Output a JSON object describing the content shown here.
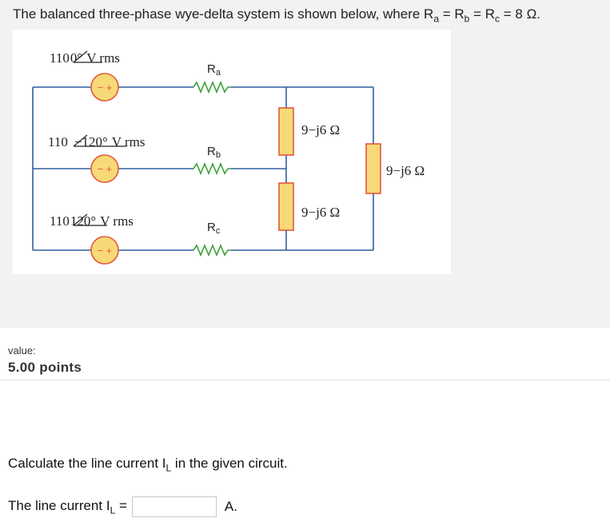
{
  "question": {
    "intro": "The balanced three-phase wye-delta system is shown below, where R",
    "sub_a": "a",
    "eq1": " = R",
    "sub_b": "b",
    "eq2": " =  R",
    "sub_c": "c",
    "tail": " = 8 Ω."
  },
  "circuit": {
    "sources": [
      {
        "label_mag": "110",
        "label_angle": "0°",
        "label_unit": "V rms"
      },
      {
        "label_mag": "110",
        "label_angle": "−120°",
        "label_unit": "V rms"
      },
      {
        "label_mag": "110",
        "label_angle": "120°",
        "label_unit": "V rms"
      }
    ],
    "source_polarity": "−  +",
    "line_resistors": [
      {
        "main": "R",
        "sub": "a"
      },
      {
        "main": "R",
        "sub": "b"
      },
      {
        "main": "R",
        "sub": "c"
      }
    ],
    "load_impedances": [
      "9−j6 Ω",
      "9−j6 Ω",
      "9−j6 Ω"
    ],
    "colors": {
      "wire": "#2f5f9e",
      "source_fill": "#f7d978",
      "source_stroke": "#e05a3a",
      "load_fill": "#f7d978",
      "load_stroke": "#e05a3a",
      "resistor": "#3aa335"
    }
  },
  "meta": {
    "value_label": "value:",
    "points": "5.00 points"
  },
  "prompt": {
    "text_before": "Calculate the line current I",
    "sub": "L",
    "text_after": " in the given circuit."
  },
  "answer": {
    "label_before": "The line current I",
    "sub": "L",
    "label_after": " =",
    "value": "",
    "unit": "A."
  }
}
